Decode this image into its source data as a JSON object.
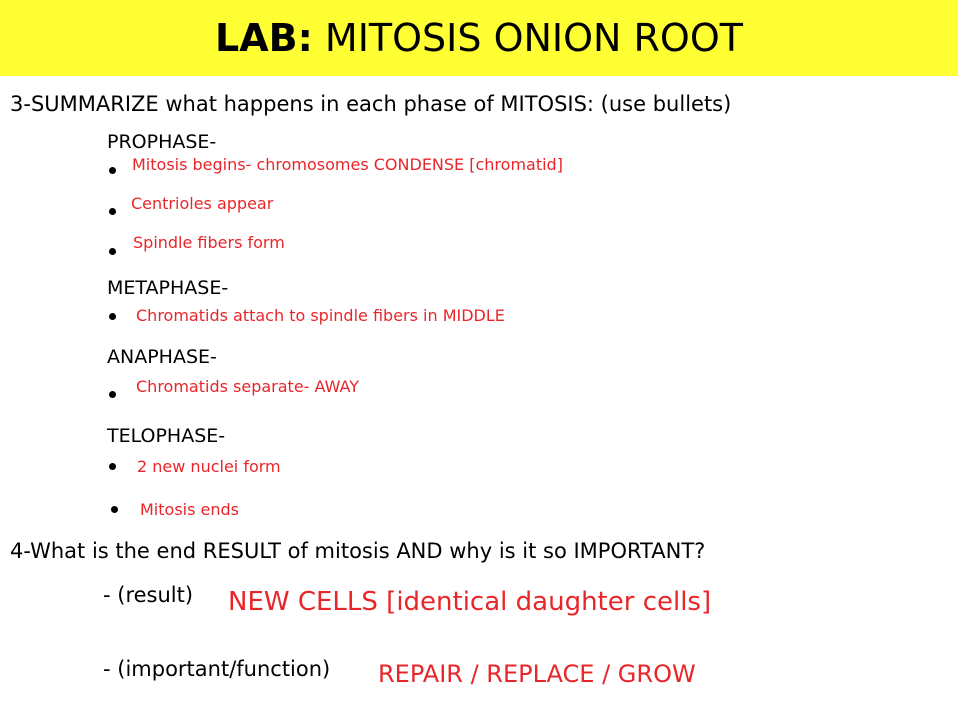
{
  "title": {
    "bold": "LAB:",
    "rest": "MITOSIS ONION ROOT"
  },
  "q3": "3-SUMMARIZE what happens in each phase of MITOSIS: (use bullets)",
  "phases": {
    "prophase": {
      "label": "PROPHASE-",
      "bullets": [
        "Mitosis begins- chromosomes CONDENSE [chromatid]",
        "Centrioles appear",
        "Spindle fibers form"
      ]
    },
    "metaphase": {
      "label": "METAPHASE-",
      "bullets": [
        "Chromatids attach to spindle fibers in MIDDLE"
      ]
    },
    "anaphase": {
      "label": "ANAPHASE-",
      "bullets": [
        "Chromatids separate- AWAY"
      ]
    },
    "telophase": {
      "label": "TELOPHASE-",
      "bullets": [
        "2 new nuclei form",
        "Mitosis ends"
      ]
    }
  },
  "q4": "4-What is the end RESULT of mitosis AND why is it so IMPORTANT?",
  "result": {
    "label": "- (result)",
    "answer": "NEW CELLS [identical daughter cells]"
  },
  "important": {
    "label": "- (important/function)",
    "answer": "REPAIR / REPLACE / GROW"
  },
  "colors": {
    "title_bg": "#ffff33",
    "answer_red": "#e8262a"
  }
}
